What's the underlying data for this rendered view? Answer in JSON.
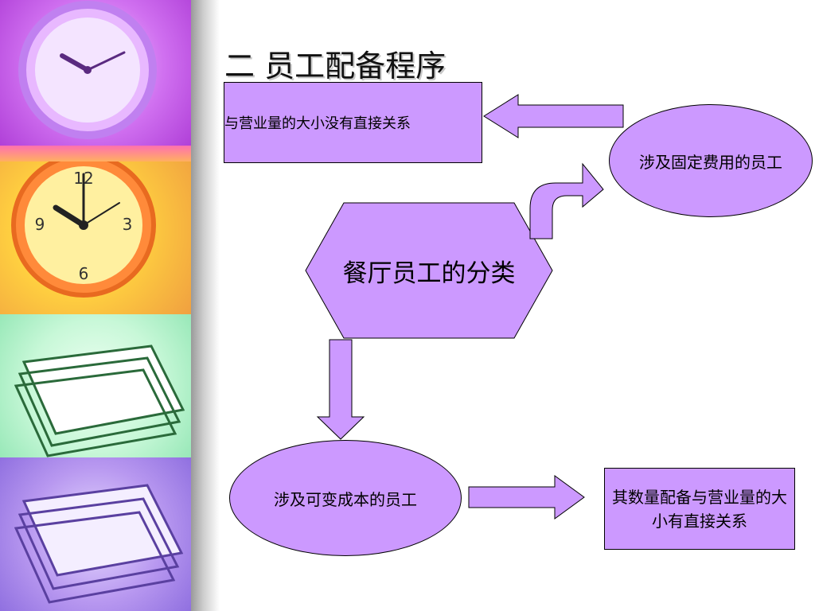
{
  "title": "二 员工配备程序",
  "colors": {
    "shape_fill": "#cc99ff",
    "shape_stroke": "#000000",
    "text": "#000000"
  },
  "diagram": {
    "center": {
      "label": "餐厅员工的分类"
    },
    "fixed_cost_staff": {
      "label": "涉及固定费用的员工"
    },
    "fixed_cost_relation": {
      "label": "与营业量的大小没有直接关系"
    },
    "variable_cost_staff": {
      "label": "涉及可变成本的员工"
    },
    "variable_cost_relation": {
      "label": "其数量配备与营业量的大小有直接关系"
    }
  },
  "decoration": {
    "left_strip_icons": [
      "clock-icon",
      "clock-icon",
      "paper-stack-icon",
      "paper-stack-icon"
    ]
  }
}
